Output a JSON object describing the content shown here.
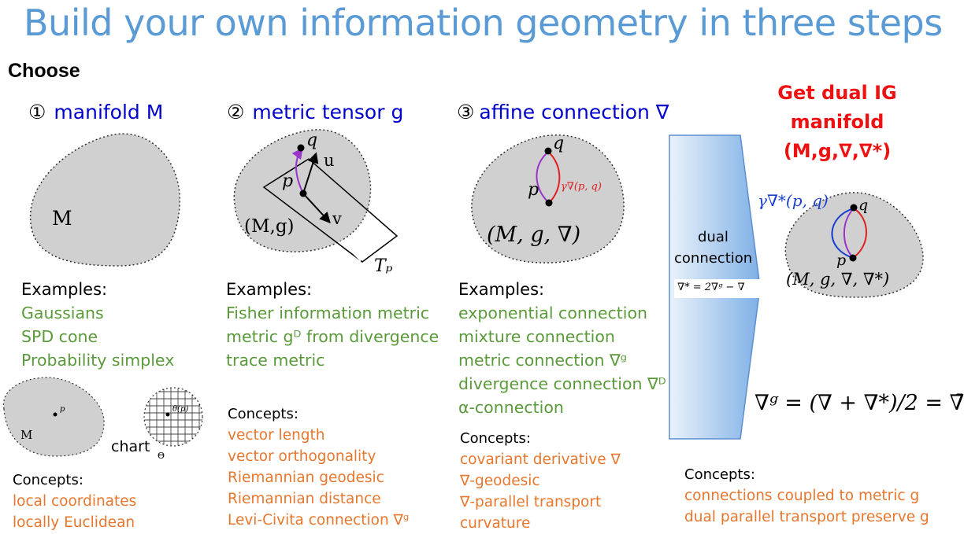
{
  "title": "Build your own information geometry in three steps",
  "choose": "Choose",
  "steps": [
    {
      "num": "①",
      "label": "manifold M"
    },
    {
      "num": "②",
      "label": "metric tensor g"
    },
    {
      "num": "③",
      "label": "affine connection ∇"
    }
  ],
  "result": {
    "line1": "Get dual IG",
    "line2": "manifold",
    "line3": "(M,g,∇,∇*)"
  },
  "examples_label": "Examples:",
  "concepts_label": "Concepts:",
  "col1": {
    "examples": [
      "Gaussians",
      "SPD cone",
      "Probability simplex"
    ],
    "concepts": [
      "local coordinates",
      "locally Euclidean"
    ],
    "chart_label": "chart"
  },
  "col2": {
    "examples": [
      "Fisher information metric",
      "metric gᴰ from divergence",
      "trace metric"
    ],
    "concepts": [
      "vector length",
      "vector orthogonality",
      "Riemannian geodesic",
      "Riemannian distance",
      "Levi-Civita connection ∇ᵍ"
    ]
  },
  "col3": {
    "examples": [
      "exponential connection",
      "mixture connection",
      "metric connection ∇ᵍ",
      "divergence connection ∇ᴰ",
      "α-connection"
    ],
    "concepts": [
      "covariant derivative ∇",
      "∇-geodesic",
      "∇-parallel transport",
      "curvature"
    ]
  },
  "col4": {
    "concepts": [
      "connections coupled to metric g",
      "dual parallel transport preserve g"
    ]
  },
  "arrow": {
    "line1": "dual",
    "line2": "connection",
    "formula": "∇* = 2∇ᵍ − ∇"
  },
  "labels": {
    "M": "M",
    "p": "p",
    "q": "q",
    "u": "u",
    "v": "v",
    "Mg": "(M,g)",
    "Tp": "Tₚ",
    "Mgnabla": "(M, g, ∇)",
    "gamma_nabla": "γ∇(p, q)",
    "gamma_star": "γ∇*(p, q)",
    "Mgnablastar": "(M, g, ∇, ∇*)",
    "small_M": "M",
    "small_p": "p",
    "theta_p": "θ(p)",
    "Theta": "Θ",
    "formula_bottom": "∇ᵍ = (∇ + ∇*)/2 = ∇̄"
  },
  "colors": {
    "title": "#5b9bd5",
    "step": "#0000cc",
    "example": "#5a9a3a",
    "concept": "#e8762d",
    "result": "#ee1111",
    "blob": "#d0d0d0"
  }
}
